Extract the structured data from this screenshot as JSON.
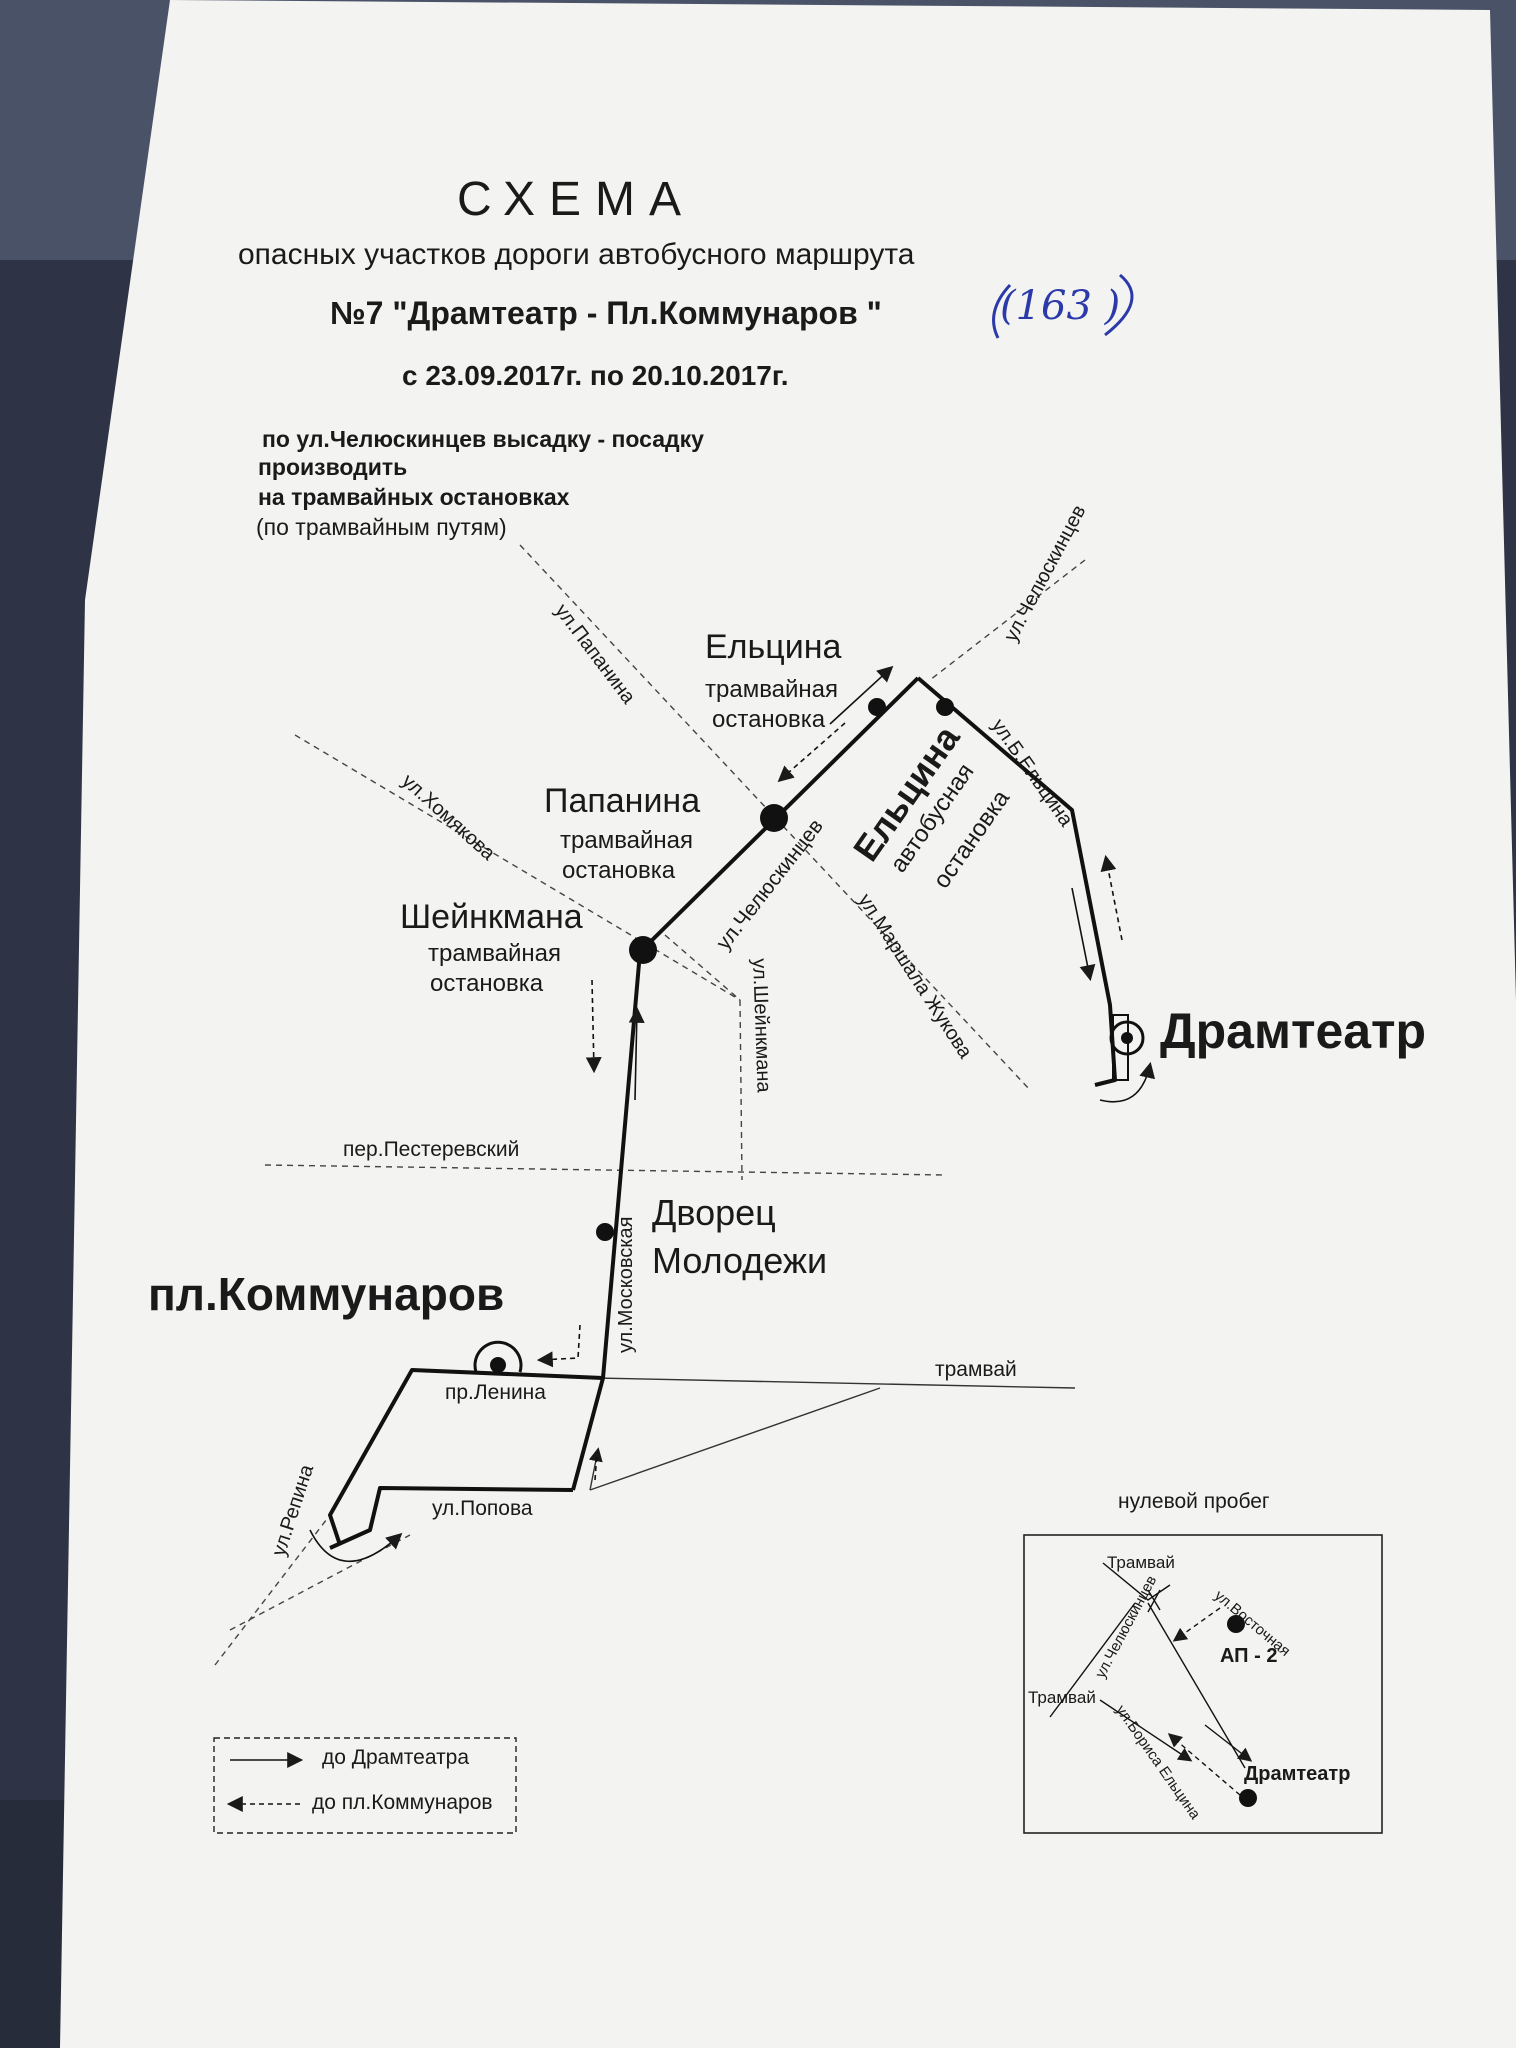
{
  "header": {
    "title": "СХЕМА",
    "subtitle": "опасных участков дороги  автобусного маршрута",
    "route": "№7   \"Драмтеатр - Пл.Коммунаров \"",
    "handwritten": "(163 )",
    "dates": "с 23.09.2017г. по 20.10.2017г."
  },
  "note": {
    "line1": "по ул.Челюскинцев высадку - посадку",
    "line2": "производить",
    "line3": "на трамвайных остановках",
    "line4": "(по трамвайным путям)"
  },
  "streets": {
    "papanina": "ул.Папанина",
    "chelyuskintsev_top": "ул.Челюскинцев",
    "chelyuskintsev": "ул.Челюскинцев",
    "khomyakova": "ул.Хомякова",
    "b_eltsina": "ул.Б.Ельцина",
    "marshala_zhukova": "ул.Маршала Жукова",
    "sheinkmana": "ул.Шейнкмана",
    "pesterevsky": "пер.Пестеревский",
    "moskovskaya": "ул.Московская",
    "lenina": "пр.Ленина",
    "popova": "ул.Попова",
    "repina": "ул.Репина",
    "tram": "трамвай"
  },
  "stops": {
    "eltsina_tram": {
      "name": "Ельцина",
      "type1": "трамвайная",
      "type2": "остановка"
    },
    "papanina_tram": {
      "name": "Папанина",
      "type1": "трамвайная",
      "type2": "остановка"
    },
    "sheinkmana_tram": {
      "name": "Шейнкмана",
      "type1": "трамвайная",
      "type2": "остановка"
    },
    "eltsina_bus": {
      "name": "Ельцина",
      "type1": "автобусная",
      "type2": "остановка"
    },
    "dvorets": {
      "line1": "Дворец",
      "line2": "Молодежи"
    }
  },
  "terminals": {
    "dramteatr": "Драмтеатр",
    "kommunarov": "пл.Коммунаров"
  },
  "legend": {
    "to_dramteatr": "до Драмтеатра",
    "to_kommunarov": "до пл.Коммунаров"
  },
  "inset": {
    "title": "нулевой пробег",
    "tram_top": "Трамвай",
    "tram_left": "Трамвай",
    "chelyuskintsev": "ул.Челюскинцев",
    "vostochnaya": "ул.Восточная",
    "ap2": "АП - 2",
    "borisa_eltsina": "ул.Бориса Ельцина",
    "dramteatr": "Драмтеатр"
  }
}
